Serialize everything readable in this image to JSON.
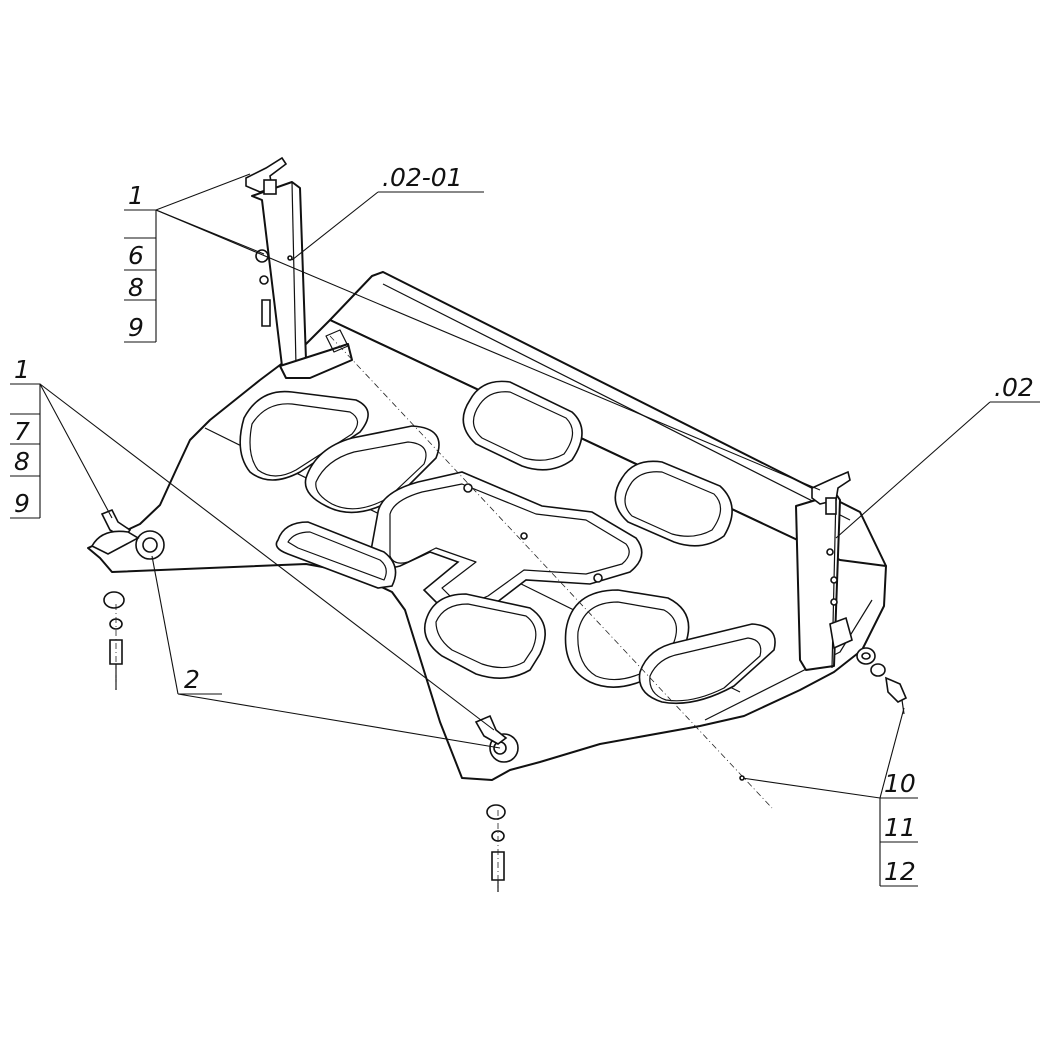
{
  "callouts": {
    "top_left_group": [
      "1",
      "6",
      "8",
      "9"
    ],
    "left_group": [
      "1",
      "7",
      "8",
      "9"
    ],
    "bracket_left": ".02-01",
    "bracket_right": ".02",
    "bottom_single": "2",
    "bottom_right_group": [
      "10",
      "11",
      "12"
    ]
  }
}
